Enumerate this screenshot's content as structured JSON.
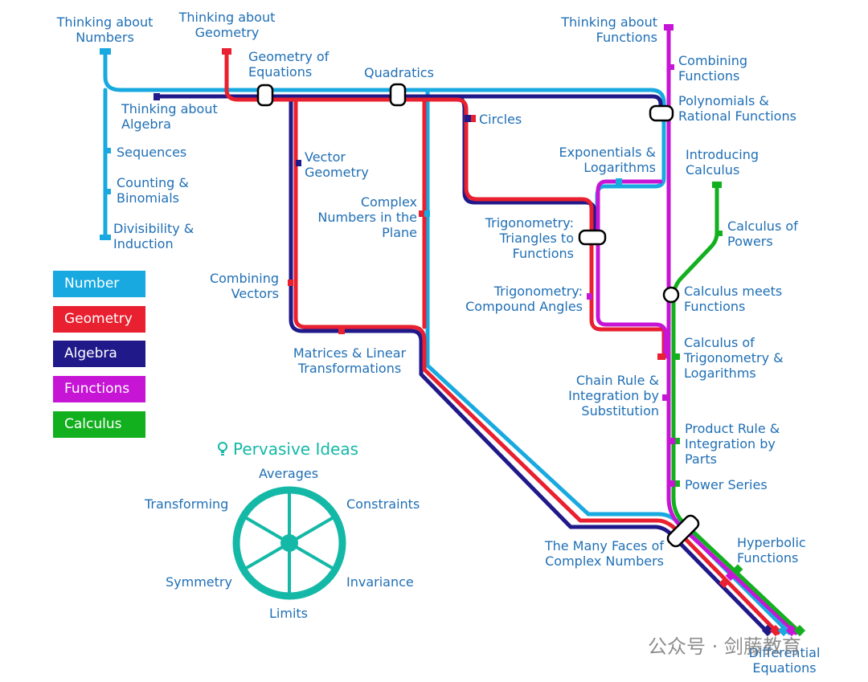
{
  "colors": {
    "number": "#19a9e1",
    "geometry": "#e8202f",
    "algebra": "#20198a",
    "functions": "#c715d6",
    "calculus": "#12b01e",
    "label": "#1f6fb5",
    "pervasive": "#14b8a6"
  },
  "legend": [
    {
      "label": "Number",
      "color": "#19a9e1"
    },
    {
      "label": "Geometry",
      "color": "#e8202f"
    },
    {
      "label": "Algebra",
      "color": "#20198a"
    },
    {
      "label": "Functions",
      "color": "#c715d6"
    },
    {
      "label": "Calculus",
      "color": "#12b01e"
    }
  ],
  "stations": {
    "thinking_numbers": "Thinking about\nNumbers",
    "thinking_geometry": "Thinking about\nGeometry",
    "geometry_equations": "Geometry of\nEquations",
    "quadratics": "Quadratics",
    "thinking_functions": "Thinking about\nFunctions",
    "combining_functions": "Combining\nFunctions",
    "polynomials": "Polynomials &\nRational Functions",
    "thinking_algebra": "Thinking about\nAlgebra",
    "sequences": "Sequences",
    "counting": "Counting &\nBinomials",
    "divisibility": "Divisibility &\nInduction",
    "circles": "Circles",
    "vector_geometry": "Vector\nGeometry",
    "exponentials": "Exponentials &\nLogarithms",
    "introducing_calculus": "Introducing\nCalculus",
    "complex_plane": "Complex\nNumbers in the\nPlane",
    "trig_triangles": "Trigonometry:\nTriangles to\nFunctions",
    "calculus_powers": "Calculus of\nPowers",
    "combining_vectors": "Combining\nVectors",
    "trig_compound": "Trigonometry:\nCompound Angles",
    "calculus_meets": "Calculus meets\nFunctions",
    "matrices": "Matrices & Linear\nTransformations",
    "calculus_trig": "Calculus of\nTrigonometry &\nLogarithms",
    "chain_rule": "Chain Rule &\nIntegration by\nSubstitution",
    "product_rule": "Product Rule &\nIntegration by\nParts",
    "power_series": "Power Series",
    "many_faces": "The Many Faces of\nComplex Numbers",
    "hyperbolic": "Hyperbolic\nFunctions",
    "differential": "Differential\nEquations"
  },
  "pervasive": {
    "title": "Pervasive Ideas",
    "icon": "lightbulb-icon",
    "averages": "Averages",
    "constraints": "Constraints",
    "invariance": "Invariance",
    "limits": "Limits",
    "symmetry": "Symmetry",
    "transforming": "Transforming"
  },
  "watermark": "公众号 · 剑藤教育"
}
